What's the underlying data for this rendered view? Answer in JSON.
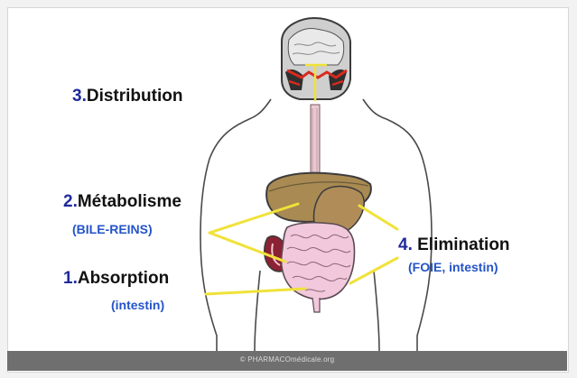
{
  "labels": {
    "distribution": {
      "number": "3.",
      "text": "Distribution"
    },
    "metabolism": {
      "number": "2.",
      "text": "Métabolisme",
      "sub": "(BILE-REINS)"
    },
    "absorption": {
      "number": "1.",
      "text": "Absorption",
      "sub": "(intestin)"
    },
    "elimination": {
      "number": "4.",
      "text": " Elimination",
      "sub": "(FOIE, intestin)"
    }
  },
  "footer": {
    "credit": "© PHARMACOmédicale.org"
  },
  "colors": {
    "title_text": "#111111",
    "number_text": "#1f2a9a",
    "sub_text": "#2454c9",
    "arrow": "#f0e23a",
    "footer_bar": "#6f6f6f"
  }
}
